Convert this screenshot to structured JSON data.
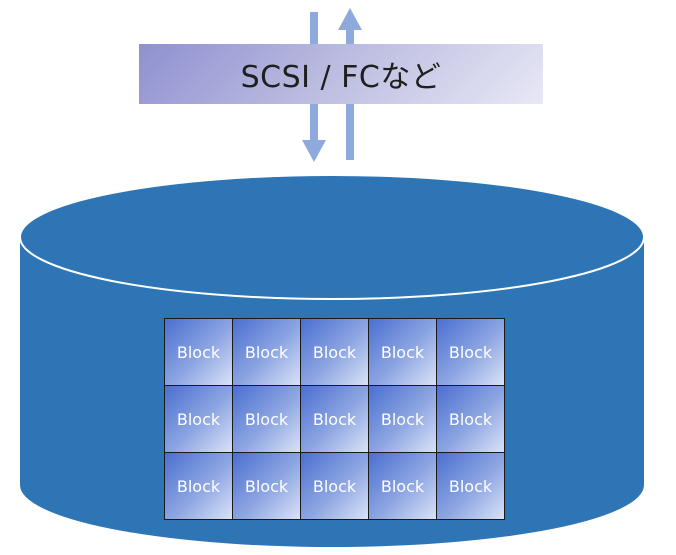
{
  "interface": {
    "label": "SCSI / FCなど"
  },
  "storage": {
    "fill_color": "#2E75B6",
    "rim_color": "#FFFFFF"
  },
  "arrows": {
    "color": "#8EA9DB",
    "directions": [
      "down",
      "up"
    ]
  },
  "blocks": {
    "rows": 3,
    "columns": 5,
    "cells": [
      [
        "Block",
        "Block",
        "Block",
        "Block",
        "Block"
      ],
      [
        "Block",
        "Block",
        "Block",
        "Block",
        "Block"
      ],
      [
        "Block",
        "Block",
        "Block",
        "Block",
        "Block"
      ]
    ]
  }
}
